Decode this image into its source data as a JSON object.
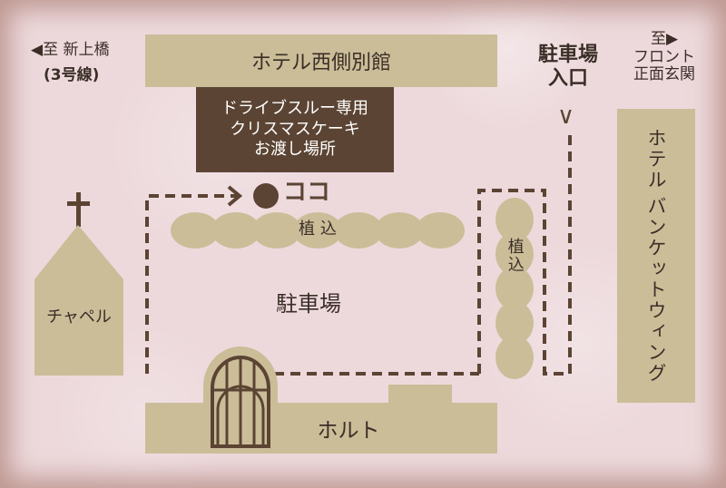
{
  "direction_left": {
    "arrow": "◀",
    "text": "至 新上橋",
    "sub": "(3号線)"
  },
  "direction_right": {
    "line1": "至",
    "arrow": "▶",
    "line2": "フロント",
    "line3": "正面玄関"
  },
  "west_annex": {
    "label": "ホテル西側別館"
  },
  "pickup": {
    "line1": "ドライブスルー専用",
    "line2": "クリスマスケーキ",
    "line3": "お渡し場所"
  },
  "here_marker": {
    "label": "ココ"
  },
  "entrance": {
    "line1": "駐車場",
    "line2": "入口",
    "arrow": "∨"
  },
  "banquet": {
    "line1": "ホテル",
    "line2": "バンケットウィング"
  },
  "hedge_top": {
    "label": "植 込"
  },
  "hedge_right": {
    "label": "植込"
  },
  "chapel": {
    "label": "チャペル"
  },
  "parking": {
    "label": "駐車場"
  },
  "hall": {
    "label": "ホルト"
  },
  "colors": {
    "background": "#edd9dc",
    "building": "#cbbd98",
    "pickup_box": "#5b4433",
    "text": "#3a2e27",
    "frame": "#b48a7a"
  }
}
